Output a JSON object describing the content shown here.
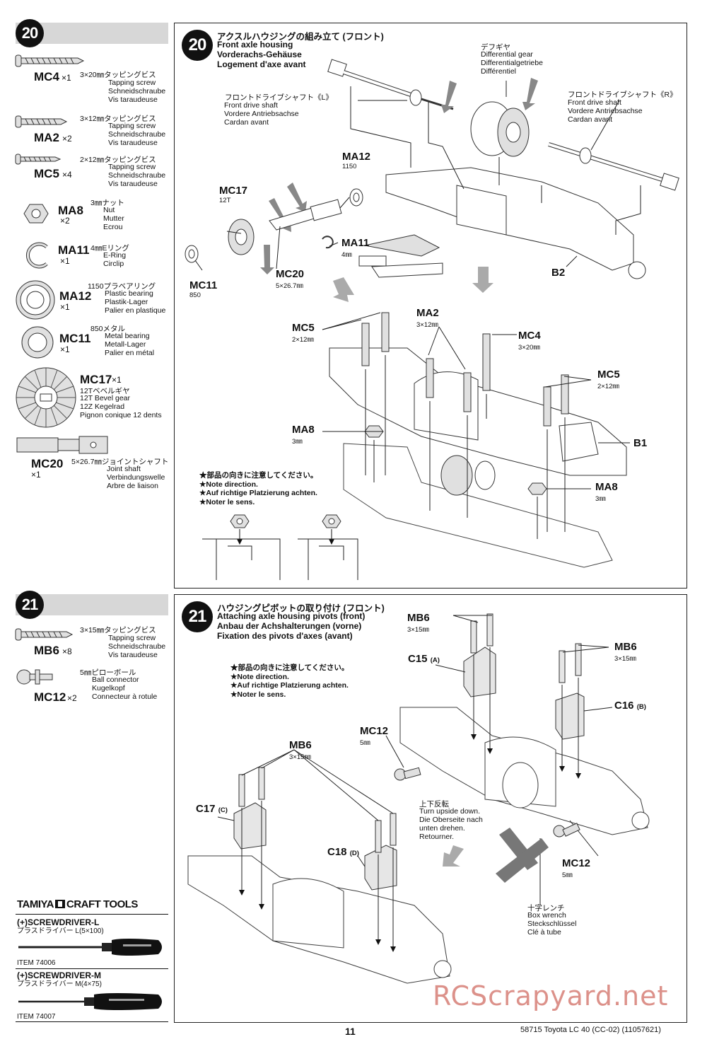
{
  "step20": {
    "number": "20",
    "parts": [
      {
        "code": "MC4",
        "qty": "×1",
        "jp": "3×20㎜タッピングビス",
        "lines": [
          "Tapping screw",
          "Schneidschraube",
          "Vis taraudeuse"
        ]
      },
      {
        "code": "MA2",
        "qty": "×2",
        "jp": "3×12㎜タッピングビス",
        "lines": [
          "Tapping screw",
          "Schneidschraube",
          "Vis taraudeuse"
        ]
      },
      {
        "code": "MC5",
        "qty": "×4",
        "jp": "2×12㎜タッピングビス",
        "lines": [
          "Tapping screw",
          "Schneidschraube",
          "Vis taraudeuse"
        ]
      },
      {
        "code": "MA8",
        "qty": "×2",
        "jp": "3㎜ナット",
        "lines": [
          "Nut",
          "Mutter",
          "Ecrou"
        ]
      },
      {
        "code": "MA11",
        "qty": "×1",
        "jp": "4㎜Eリング",
        "lines": [
          "E-Ring",
          "Circlip"
        ]
      },
      {
        "code": "MA12",
        "qty": "×1",
        "jp": "1150プラベアリング",
        "lines": [
          "Plastic bearing",
          "Plastik-Lager",
          "Palier en plastique"
        ]
      },
      {
        "code": "MC11",
        "qty": "×1",
        "jp": "850メタル",
        "lines": [
          "Metal bearing",
          "Metall-Lager",
          "Palier en métal"
        ]
      },
      {
        "code": "MC17",
        "qty": "×1",
        "jp": "12Tベベルギヤ",
        "lines": [
          "12T Bevel gear",
          "12Z Kegelrad",
          "Pignon conique 12 dents"
        ]
      },
      {
        "code": "MC20",
        "qty": "×1",
        "jp": "5×26.7㎜ジョイントシャフト",
        "lines": [
          "Joint shaft",
          "Verbindungswelle",
          "Arbre de liaison"
        ]
      }
    ],
    "title_jp": "アクスルハウジングの組み立て (フロント)",
    "title_lines": [
      "Front axle housing",
      "Vorderachs-Gehäuse",
      "Logement d'axe avant"
    ],
    "diff": {
      "jp": "デフギヤ",
      "lines": [
        "Differential gear",
        "Differentialgetriebe",
        "Différentiel"
      ]
    },
    "shaft_l": {
      "jp": "フロントドライブシャフト《L》",
      "lines": [
        "Front drive shaft",
        "Vordere Antriebsachse",
        "Cardan avant"
      ]
    },
    "shaft_r": {
      "jp": "フロントドライブシャフト《R》",
      "lines": [
        "Front drive shaft",
        "Vordere Antriebsachse",
        "Cardan avant"
      ]
    },
    "callouts": {
      "ma12": "MA12",
      "ma12_sub": "1150",
      "mc17": "MC17",
      "mc17_sub": "12T",
      "ma11": "MA11",
      "ma11_sub": "4㎜",
      "mc11": "MC11",
      "mc11_sub": "850",
      "mc20": "MC20",
      "mc20_sub": "5×26.7㎜",
      "b2": "B2",
      "b1": "B1",
      "mc5a": "MC5",
      "mc5a_sub": "2×12㎜",
      "ma2": "MA2",
      "ma2_sub": "3×12㎜",
      "mc4": "MC4",
      "mc4_sub": "3×20㎜",
      "mc5b": "MC5",
      "mc5b_sub": "2×12㎜",
      "ma8a": "MA8",
      "ma8a_sub": "3㎜",
      "ma8b": "MA8",
      "ma8b_sub": "3㎜"
    },
    "note": [
      "★部品の向きに注意してください。",
      "★Note direction.",
      "★Auf richtige Platzierung achten.",
      "★Noter le sens."
    ]
  },
  "step21": {
    "number": "21",
    "parts": [
      {
        "code": "MB6",
        "qty": "×8",
        "jp": "3×15㎜タッピングビス",
        "lines": [
          "Tapping screw",
          "Schneidschraube",
          "Vis taraudeuse"
        ]
      },
      {
        "code": "MC12",
        "qty": "×2",
        "jp": "5㎜ピローボール",
        "lines": [
          "Ball connector",
          "Kugelkopf",
          "Connecteur à rotule"
        ]
      }
    ],
    "title_jp": "ハウジングピボットの取り付け (フロント)",
    "title_lines": [
      "Attaching axle housing pivots (front)",
      "Anbau der Achshalterungen (vorne)",
      "Fixation des pivots d'axes (avant)"
    ],
    "note": [
      "★部品の向きに注意してください。",
      "★Note direction.",
      "★Auf richtige Platzierung achten.",
      "★Noter le sens."
    ],
    "callouts": {
      "mb6a": "MB6",
      "mb6a_sub": "3×15㎜",
      "mb6b": "MB6",
      "mb6b_sub": "3×15㎜",
      "mb6c": "MB6",
      "mb6c_sub": "3×15㎜",
      "c15": "C15",
      "c15_sub": "(A)",
      "c16": "C16",
      "c16_sub": "(B)",
      "c17": "C17",
      "c17_sub": "(C)",
      "c18": "C18",
      "c18_sub": "(D)",
      "mc12a": "MC12",
      "mc12a_sub": "5㎜",
      "mc12b": "MC12",
      "mc12b_sub": "5㎜"
    },
    "flip": {
      "jp": "上下反転",
      "lines": [
        "Turn upside down.",
        "Die Oberseite nach",
        "unten drehen.",
        "Retourner."
      ]
    },
    "wrench": {
      "jp": "十字レンチ",
      "lines": [
        "Box wrench",
        "Steckschlüssel",
        "Clé à tube"
      ]
    }
  },
  "tools": {
    "brand": "TAMIYA",
    "brand2": "CRAFT TOOLS",
    "items": [
      {
        "name": "(+)SCREWDRIVER-L",
        "jp": "プラスドライバー L(5×100)",
        "item": "ITEM 74006"
      },
      {
        "name": "(+)SCREWDRIVER-M",
        "jp": "プラスドライバー M(4×75)",
        "item": "ITEM 74007"
      }
    ]
  },
  "footer": {
    "page": "11",
    "model": "58715 Toyota LC 40 (CC-02) (11057621)",
    "watermark": "RCScrapyard.net"
  }
}
